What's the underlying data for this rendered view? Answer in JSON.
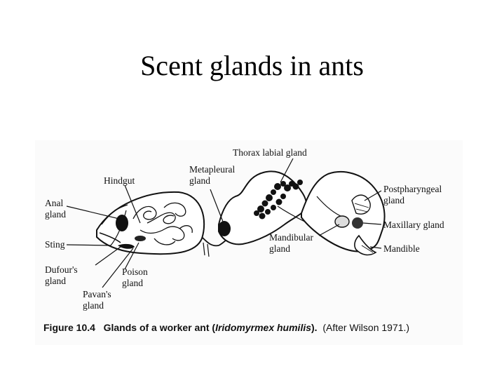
{
  "slide": {
    "title": "Scent glands in ants"
  },
  "diagram": {
    "labels": {
      "anal_1": "Anal",
      "anal_2": "gland",
      "hindgut": "Hindgut",
      "sting": "Sting",
      "dufour_1": "Dufour's",
      "dufour_2": "gland",
      "pavan_1": "Pavan's",
      "pavan_2": "gland",
      "poison_1": "Poison",
      "poison_2": "gland",
      "metapleural_1": "Metapleural",
      "metapleural_2": "gland",
      "thorax_labial": "Thorax labial gland",
      "mandibular_1": "Mandibular",
      "mandibular_2": "gland",
      "postpharyngeal_1": "Postpharyngeal",
      "postpharyngeal_2": "gland",
      "maxillary": "Maxillary gland",
      "mandible": "Mandible"
    }
  },
  "caption": {
    "figure_number": "Figure 10.4",
    "text_before": "Glands of a worker ant (",
    "species": "Iridomyrmex humilis",
    "text_after": ").",
    "source": "(After Wilson 1971.)"
  }
}
